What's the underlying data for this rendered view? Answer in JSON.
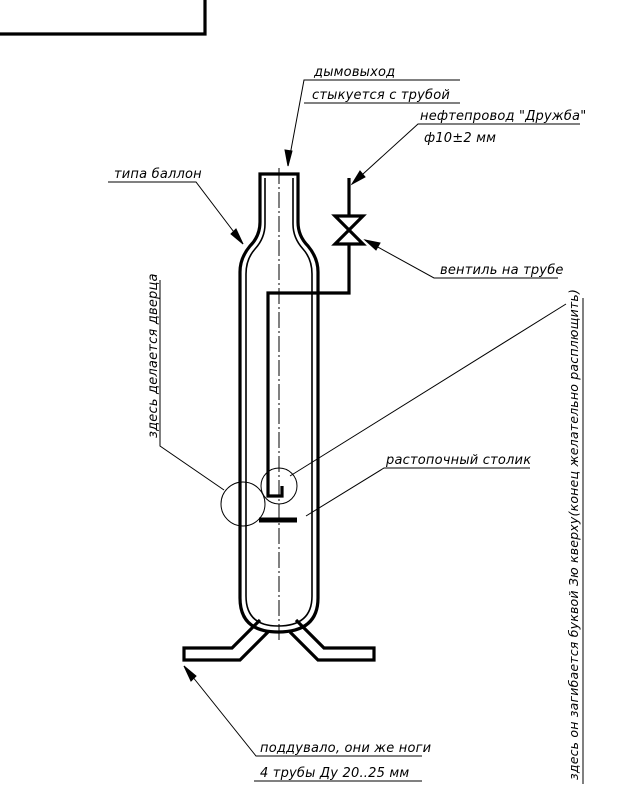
{
  "labels": {
    "flue_top": "дымовыход",
    "flue_bottom": "стыкуется с трубой",
    "pipeline_top": "нефтепровод \"Дружба\"",
    "pipeline_bottom": "ф10±2 мм",
    "body_type": "типа баллон",
    "valve": "вентиль на трубе",
    "door": "здесь делается дверца",
    "kindling_table": "растопочный столик",
    "bend_note": "здесь он загибается буквой Зю кверху(конец желательно расплющить)",
    "legs_top": "поддувало, они же ноги",
    "legs_bottom": "4 трубы Ду 20..25 мм"
  }
}
